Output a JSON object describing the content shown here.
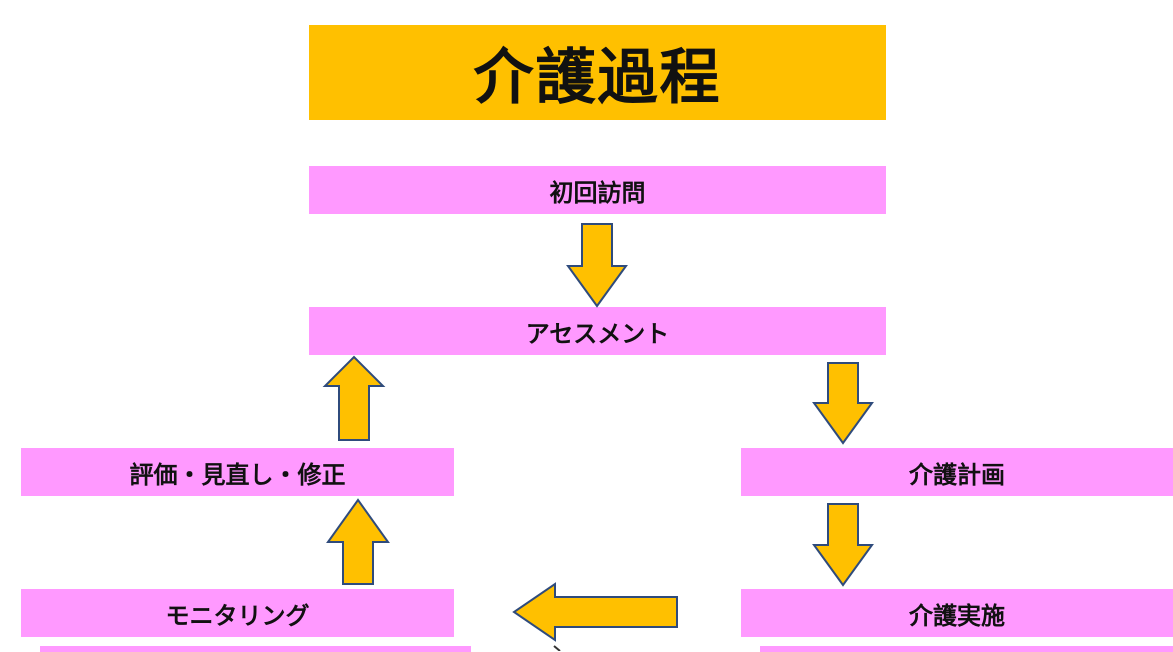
{
  "title": "介護過程",
  "steps": {
    "initial_visit": "初回訪問",
    "assessment": "アセスメント",
    "evaluation": "評価・見直し・修正",
    "care_plan": "介護計画",
    "monitoring": "モニタリング",
    "implementation": "介護実施"
  },
  "colors": {
    "title_bg": "#ffc000",
    "step_bg": "#ff99ff",
    "arrow_fill": "#ffc000",
    "arrow_stroke": "#2f4b7c"
  },
  "arrow_icon": "block-arrow-icon"
}
